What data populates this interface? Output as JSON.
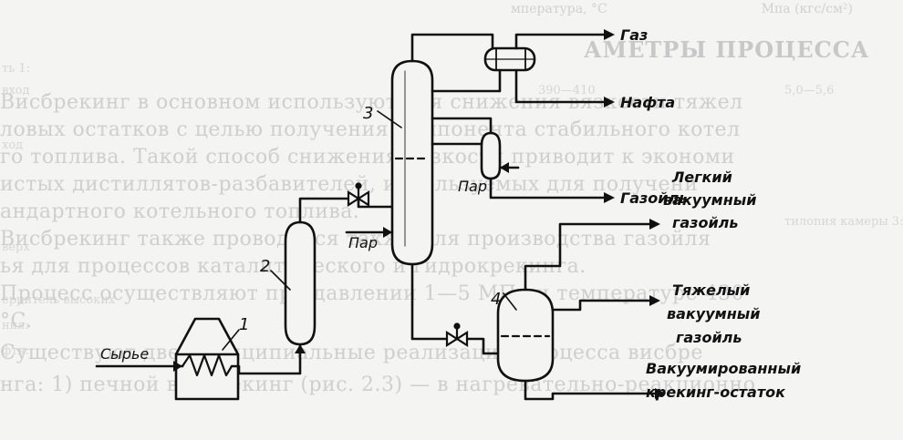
{
  "background": {
    "heading": "АМЕТРЫ ПРОЦЕССА",
    "table_header": [
      "мпература, °C",
      "Мпа (кгс/см²)"
    ],
    "side_labels": [
      "ть 1:",
      "вход",
      "ход",
      "тилоnия камеры 3:",
      "верх",
      "ерритель высоких",
      "ния:",
      "фтя:"
    ],
    "table_values": [
      "390—410",
      "5,0—5,6"
    ],
    "lines": [
      "Висбрекинг в основном используют для снижения вязкости тяжел",
      "ловых остатков с целью получения компонента стабильного котел",
      "го топлива. Такой способ снижения вязкости приводит к экономи",
      "истых дистиллятов-разбавителей, используемых для получени",
      "андартного котельного топлива.",
      "Висбрекинг также проводится также для производства газойля",
      "ья для процессов каталитического и гидрокрекинга.",
      "Процесс осуществляют при давлении 1—5 МПа и температуре 430",
      "°C.",
      "Существуют две принципиальные реализации процесса висбре",
      "нга: 1) печной висбрекинг (рис. 2.3) — в нагревательно-реакционно"
    ]
  },
  "diagram": {
    "units": {
      "furnace": "1",
      "reactor": "2",
      "column": "3",
      "vacuum_column": "4"
    },
    "streams": {
      "feed": "Сырье",
      "steam_column": "Пар",
      "steam_stripper": "Пар",
      "gas": "Газ",
      "naphtha": "Нафта",
      "gasoil": "Газойль",
      "light_vgo": [
        "Легкий",
        "вакуумный",
        "газойль"
      ],
      "heavy_vgo": [
        "Тяжелый",
        "вакуумный",
        "газойль"
      ],
      "vacuum_residue": [
        "Вакуумированный",
        "крекинг-остаток"
      ]
    }
  }
}
